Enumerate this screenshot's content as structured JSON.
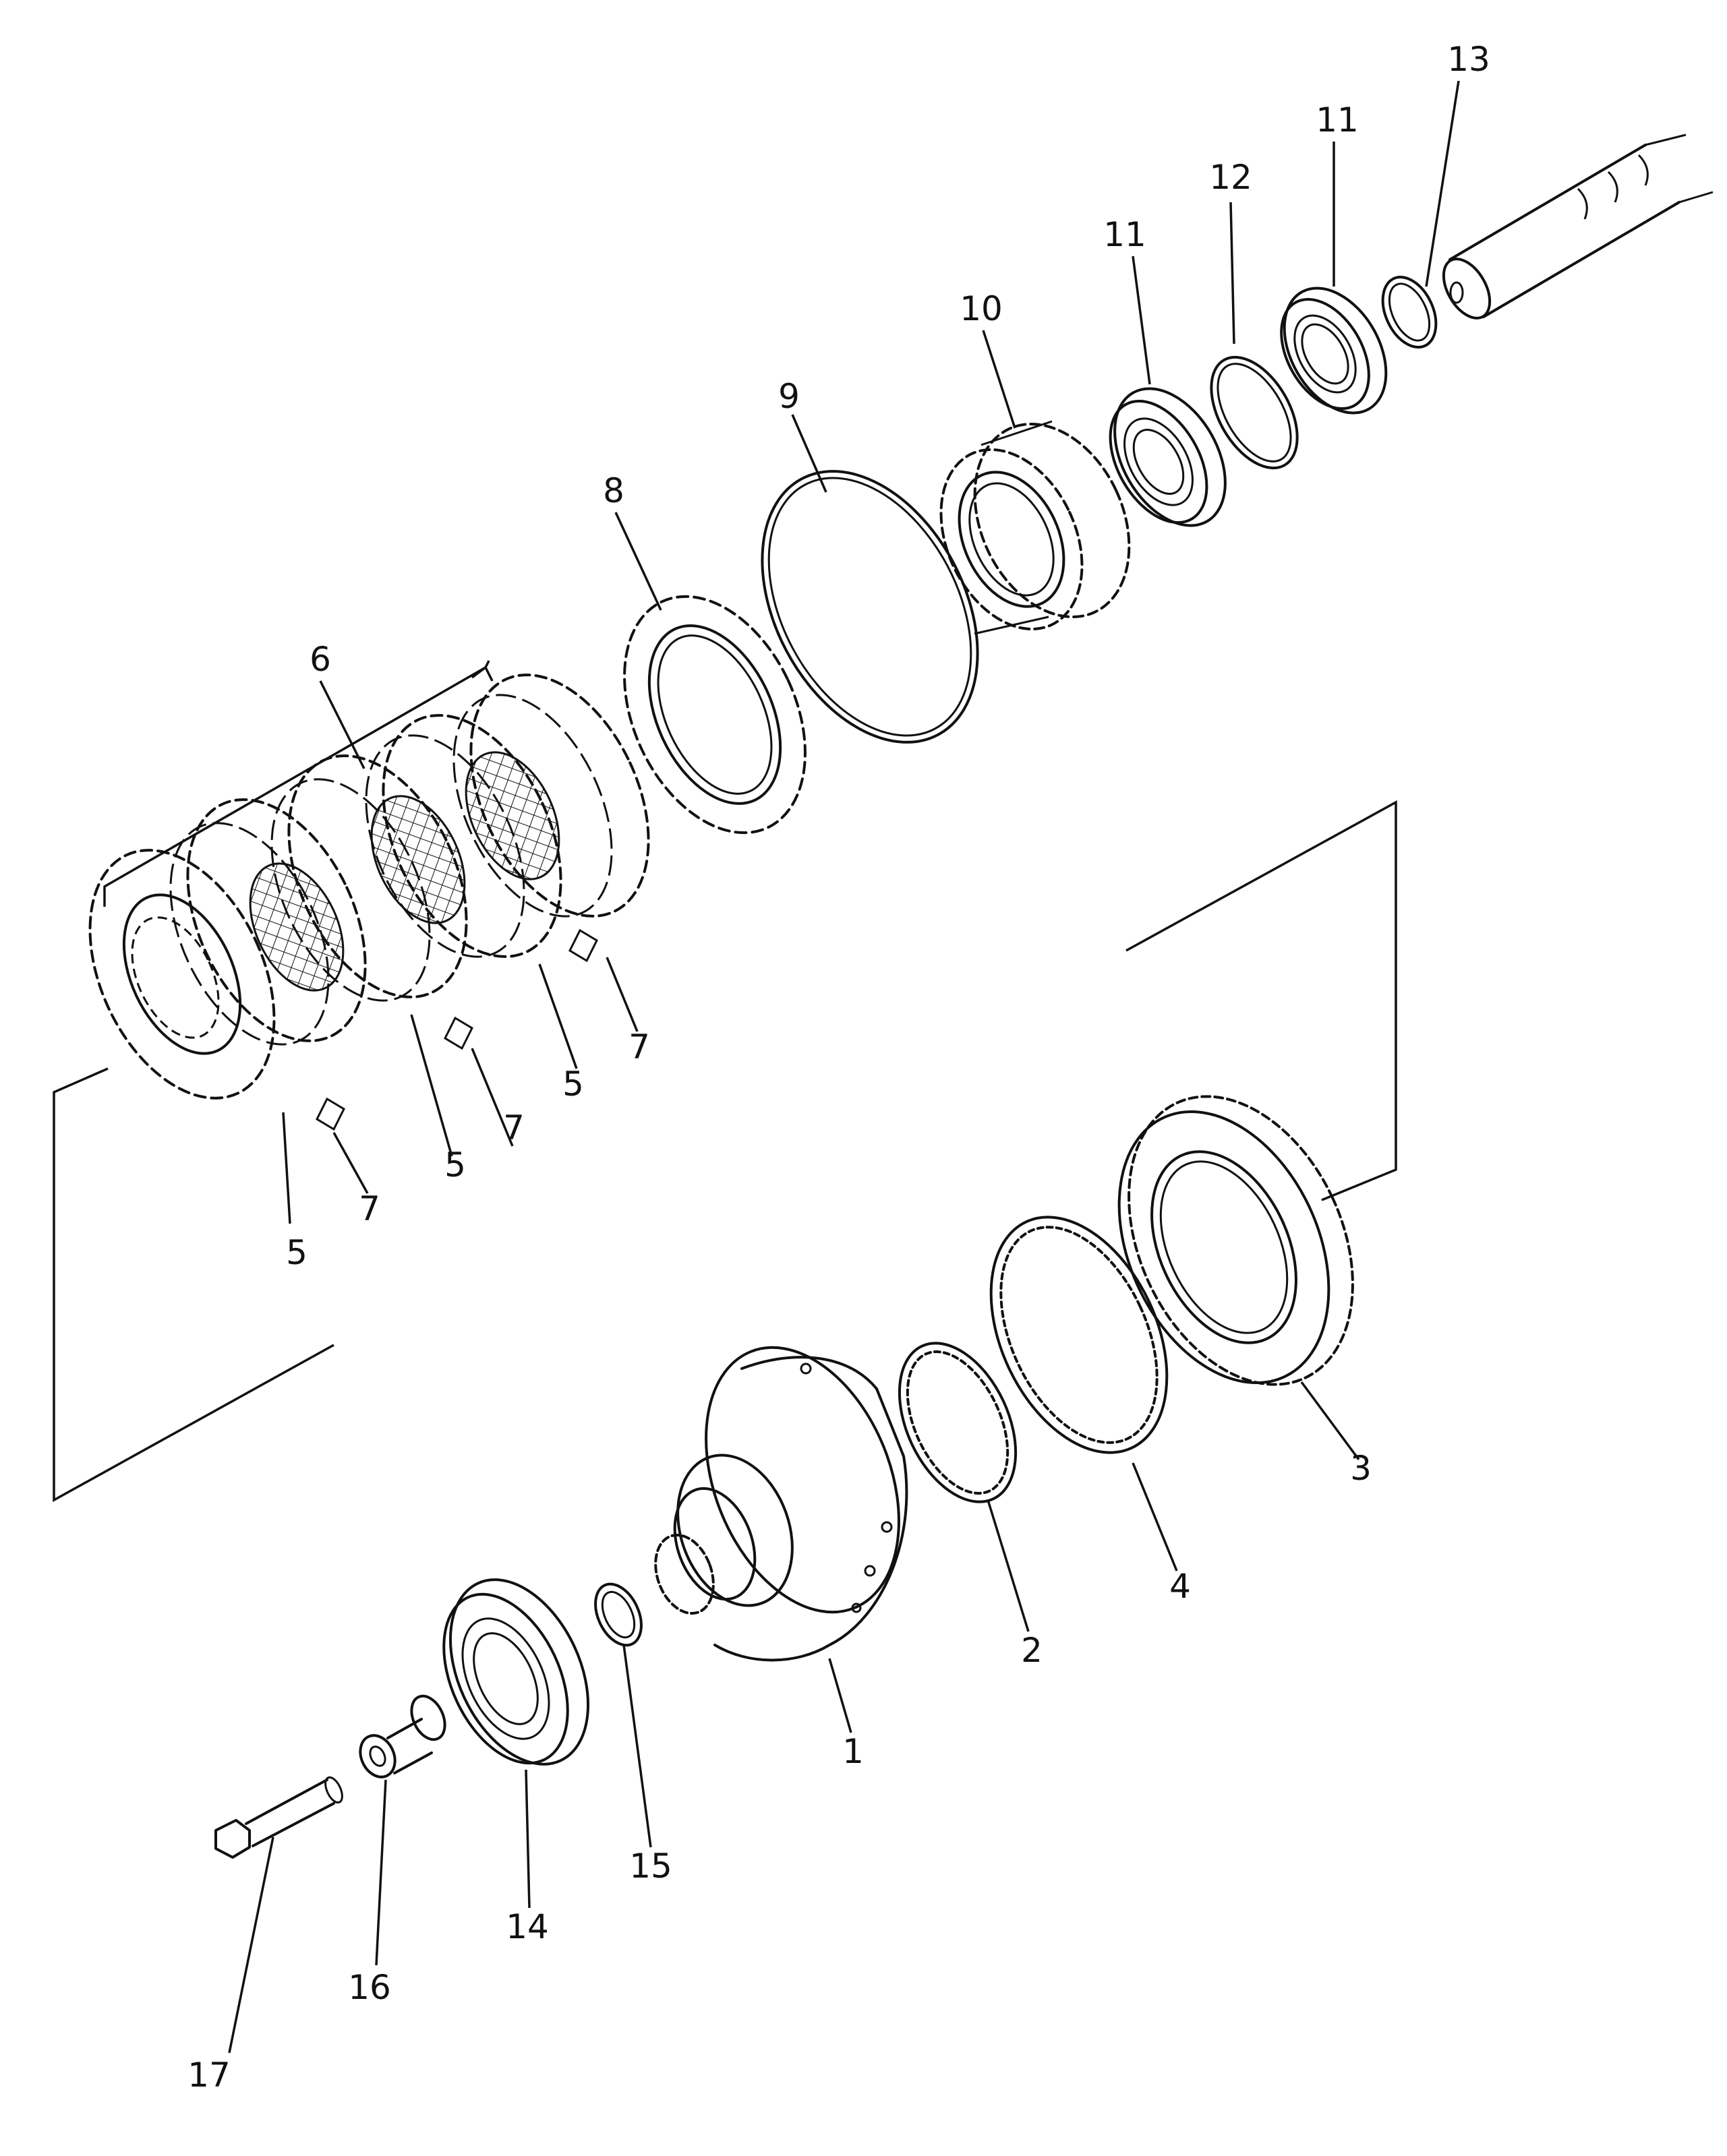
{
  "callouts": {
    "c1": "1",
    "c2": "2",
    "c3": "3",
    "c4": "4",
    "c5a": "5",
    "c5b": "5",
    "c5c": "5",
    "c6": "6",
    "c7a": "7",
    "c7b": "7",
    "c7c": "7",
    "c8": "8",
    "c9": "9",
    "c10": "10",
    "c11a": "11",
    "c11b": "11",
    "c12": "12",
    "c13": "13",
    "c14": "14",
    "c15": "15",
    "c16": "16",
    "c17": "17"
  }
}
